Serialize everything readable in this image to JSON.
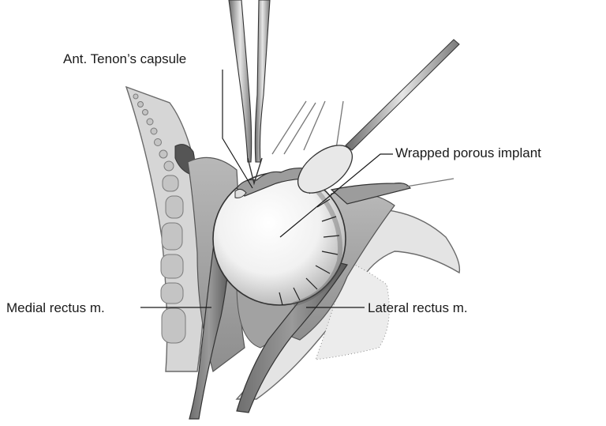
{
  "labels": {
    "tenon": "Ant. Tenon’s capsule",
    "implant": "Wrapped porous implant",
    "medial": "Medial rectus m.",
    "lateral": "Lateral rectus m."
  }
}
